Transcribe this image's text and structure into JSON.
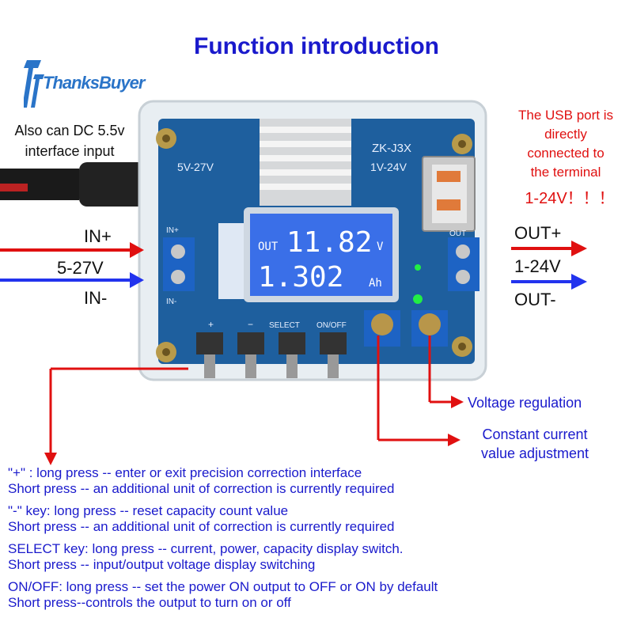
{
  "title": "Function introduction",
  "brand": "ThanksBuyer",
  "jack_note": [
    "Also can DC 5.5v",
    "interface input"
  ],
  "usb_note": [
    "The USB port is",
    "directly",
    "connected to",
    "the terminal"
  ],
  "usb_range": "1-24V！！！",
  "board": {
    "model": "ZK-J3X",
    "in_range_silk": "5V-27V",
    "out_range_silk": "1V-24V",
    "in_plus_silk": "IN+",
    "in_minus_silk": "IN-",
    "out_silk": "OUT",
    "btn_plus": "+",
    "btn_minus": "−",
    "btn_select": "SELECT",
    "btn_onoff": "ON/OFF",
    "lcd_out": "OUT",
    "lcd_value1": "11.82",
    "lcd_unit1": "V",
    "lcd_value2": "1.302",
    "lcd_unit2": "Ah"
  },
  "labels": {
    "in_plus": "IN+",
    "in_range": "5-27V",
    "in_minus": "IN-",
    "out_plus": "OUT+",
    "out_range": "1-24V",
    "out_minus": "OUT-"
  },
  "voltage_regulation": "Voltage regulation",
  "current_adjust": [
    "Constant current",
    "value adjustment"
  ],
  "instructions": [
    [
      "\"+\" : long press -- enter or exit precision correction interface",
      " Short press -- an additional unit of correction is currently required"
    ],
    [
      "\"-\" key: long press -- reset capacity count value",
      " Short press -- an additional unit of correction is currently required"
    ],
    [
      "SELECT key: long press -- current, power, capacity display switch.",
      " Short press -- input/output voltage display switching"
    ],
    [
      "ON/OFF: long press -- set the power ON output to OFF or ON by default",
      " Short press--controls the output to turn on or off"
    ]
  ],
  "colors": {
    "title_blue": "#1a1acc",
    "red": "#e01010",
    "arrow_blue": "#2233ee",
    "board_blue": "#1e5f9e",
    "lcd_blue": "#3a6fe8"
  }
}
